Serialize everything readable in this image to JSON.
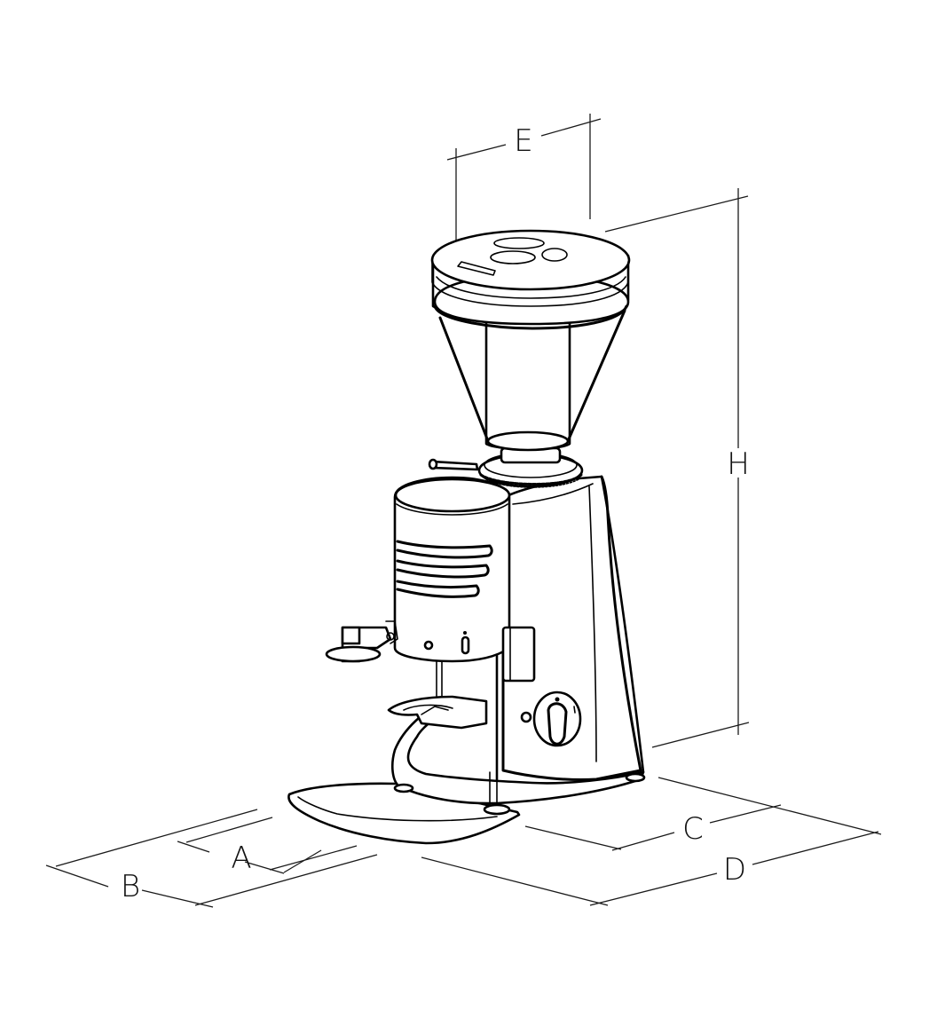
{
  "diagram": {
    "subject": "Coffee grinder dimension drawing",
    "dimension_labels": {
      "E": "E",
      "H": "H",
      "A": "A",
      "B": "B",
      "C": "C",
      "D": "D"
    },
    "parts": [
      "hopper-lid",
      "hopper",
      "grind-adjustment-collar",
      "doser-chamber",
      "portafilter-fork",
      "portafilter-rest",
      "control-knob",
      "body",
      "drip-tray"
    ],
    "line_color": "#000000",
    "background": "#ffffff"
  }
}
